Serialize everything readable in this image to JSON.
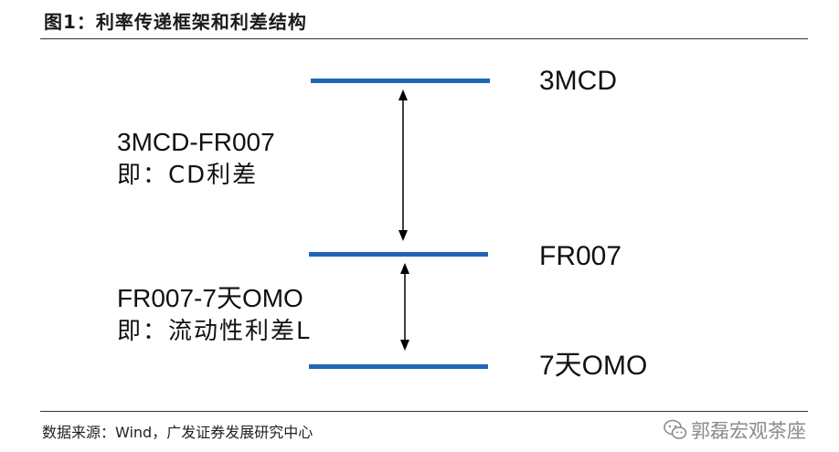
{
  "title": "图1：利率传递框架和利差结构",
  "levels": [
    {
      "label": "3MCD"
    },
    {
      "label": "FR007"
    },
    {
      "label": "7天OMO"
    }
  ],
  "spreads": [
    {
      "name": "3MCD-FR007",
      "desc": "即：CD利差"
    },
    {
      "name": "FR007-7天OMO",
      "desc": "即：流动性利差L"
    }
  ],
  "source": "数据来源：Wind，广发证券发展研究中心",
  "watermark": {
    "text": "郭磊宏观茶座",
    "icon": "wechat-icon"
  },
  "colors": {
    "level_line": "#1f66b8",
    "rule": "#333333",
    "watermark": "#8a8a8a"
  }
}
